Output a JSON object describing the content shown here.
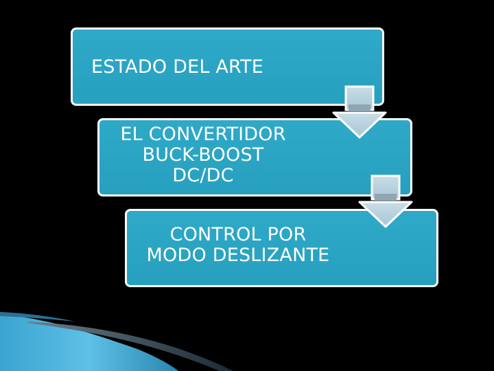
{
  "diagram": {
    "steps": [
      {
        "lines": [
          "ESTADO DEL ARTE"
        ]
      },
      {
        "lines": [
          "EL CONVERTIDOR",
          "BUCK-BOOST",
          "DC/DC"
        ]
      },
      {
        "lines": [
          "CONTROL POR",
          "MODO DESLIZANTE"
        ]
      }
    ],
    "connector_icon": "down-arrow-icon"
  },
  "colors": {
    "background": "#000000",
    "box_fill": "#2aa5c4",
    "box_border": "#ffffff",
    "arrow_fill": "#b8d4e0",
    "swoosh": "#4ab0d6"
  }
}
